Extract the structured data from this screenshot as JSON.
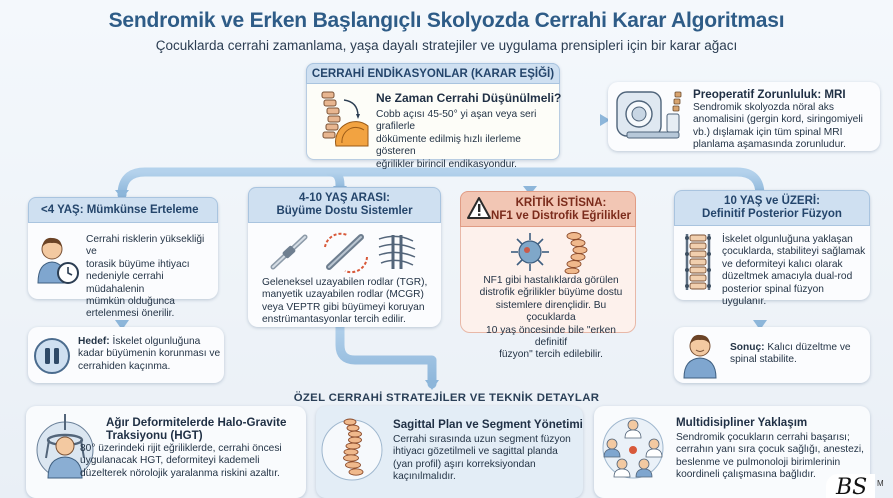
{
  "title": "Sendromik ve Erken Başlangıçlı Skolyozda Cerrahi Karar Algoritması",
  "subtitle": "Çocuklarda cerrahi zamanlama, yaşa dayalı stratejiler ve uygulama prensipleri için bir karar ağacı",
  "colors": {
    "title": "#2e5c87",
    "header_fill": "#cfe0f1",
    "critical_fill": "#f2c6b4",
    "arrow": "#8fb7d9",
    "accent_orange": "#e8923c"
  },
  "threshold": {
    "header": "CERRAHİ ENDİKASYONLAR (KARAR EŞİĞİ)",
    "question": "Ne Zaman Cerrahi Düşünülmeli?",
    "body": [
      "Cobb açısı 45-50° yi aşan veya seri grafilerle",
      "dökümente edilmiş hızlı ilerleme gösteren",
      "eğrilikler birincil endikasyondur."
    ],
    "icon": "spine-protractor-icon"
  },
  "mri": {
    "title": "Preoperatif Zorunluluk: MRI",
    "body": [
      "Sendromik skolyozda nöral aks",
      "anomalisini (gergin kord, siringomiyeli",
      "vb.) dışlamak için tüm spinal MRI",
      "planlama aşamasında zorunludur."
    ],
    "icon": "mri-scanner-icon"
  },
  "columns": {
    "under4": {
      "header": "<4 YAŞ: Mümkünse Erteleme",
      "body": [
        "Cerrahi risklerin yüksekliği ve",
        "torasik büyüme ihtiyacı",
        "nedeniyle cerrahi müdahalenin",
        "mümkün olduğunca",
        "ertelenmesi önerilir."
      ],
      "icon": "child-clock-icon"
    },
    "age4to10": {
      "header_line1": "4-10 YAŞ ARASI:",
      "header_line2": "Büyüme Dostu Sistemler",
      "body": [
        "Geleneksel uzayabilen rodlar (TGR),",
        "manyetik uzayabilen rodlar (MCGR)",
        "veya VEPTR gibi büyümeyi koruyan",
        "enstrümantasyonlar tercih edilir."
      ],
      "icons": [
        "growing-rod-icon",
        "magnetic-rod-icon",
        "veptr-icon"
      ]
    },
    "critical": {
      "header_line1": "KRİTİK İSTİSNA:",
      "header_line2": "NF1 ve Distrofik Eğrilikler",
      "body": [
        "NF1 gibi hastalıklarda görülen",
        "distrofik eğrilikler büyüme dostu",
        "sistemlere dirençlidir. Bu çocuklarda",
        "10 yaş öncesinde bile \"erken definitif",
        "füzyon\" tercih edilebilir."
      ],
      "icons": [
        "warning-icon",
        "cell-icon",
        "dystrophic-spine-icon"
      ]
    },
    "over10": {
      "header_line1": "10 YAŞ ve ÜZERİ:",
      "header_line2": "Definitif Posterior Füzyon",
      "body": [
        "İskelet olgunluğuna yaklaşan",
        "çocuklarda, stabiliteyi sağlamak",
        "ve deformiteyi kalıcı olarak",
        "düzeltmek amacıyla dual-rod",
        "posterior spinal füzyon uygulanır."
      ],
      "icon": "fused-spine-icon"
    }
  },
  "goal": {
    "label": "Hedef:",
    "body": [
      " İskelet olgunluğuna",
      "kadar büyümenin korunması ve",
      "cerrahiden kaçınma."
    ],
    "icon": "pause-icon"
  },
  "result": {
    "label": "Sonuç:",
    "body": [
      " Kalıcı düzeltme ve",
      "spinal stabilite."
    ],
    "icon": "child-avatar-icon"
  },
  "strategies": {
    "section_title": "ÖZEL CERRAHİ STRATEJİLER VE TEKNİK DETAYLAR",
    "halo": {
      "title_line1": "Ağır Deformitelerde Halo-Gravite",
      "title_line2": "Traksiyonu (HGT)",
      "body": [
        "80° üzerindeki rijit eğriliklerde, cerrahi öncesi",
        "uygulanacak HGT, deformiteyi kademeli",
        "düzelterek nörolojik yaralanma riskini azaltır."
      ],
      "icon": "halo-traction-icon"
    },
    "sagittal": {
      "title": "Sagittal Plan ve Segment Yönetimi",
      "body": [
        "Cerrahi sırasında uzun segment füzyon",
        "ihtiyacı gözetilmeli ve sagittal planda",
        "(yan profil) aşırı korreksiyondan",
        "kaçınılmalıdır."
      ],
      "icon": "sagittal-spine-icon"
    },
    "multi": {
      "title": "Multidisipliner Yaklaşım",
      "body": [
        "Sendromik çocukların cerrahi başarısı;",
        "cerrahın yanı sıra çocuk sağlığı, anestezi,",
        "beslenme ve pulmonoloji birimlerinin",
        "koordineli çalışmasına bağlıdır."
      ],
      "icon": "care-team-icon"
    }
  },
  "logo": {
    "text": "BS",
    "suffix": "M"
  }
}
